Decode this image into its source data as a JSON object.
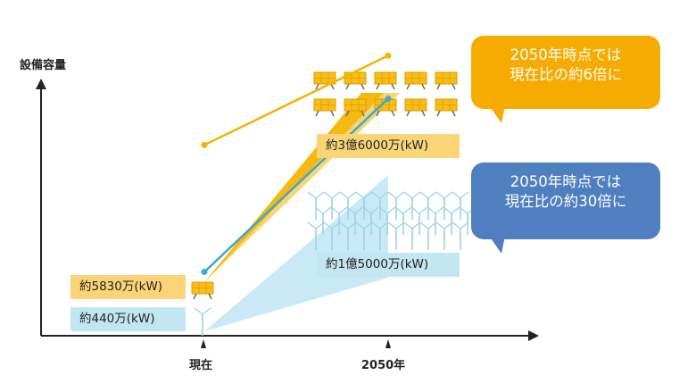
{
  "chart_data": {
    "type": "line",
    "title": "",
    "ylabel": "設備容量",
    "categories": [
      "現在",
      "2050年"
    ],
    "series": [
      {
        "name": "太陽光",
        "values": [
          5830,
          36000
        ],
        "unit": "万kW",
        "color": "#f5b400"
      },
      {
        "name": "風力",
        "values": [
          440,
          15000
        ],
        "unit": "万kW",
        "color": "#3aa8d8"
      }
    ],
    "data_labels": {
      "solar_now": "約5830万(kW)",
      "wind_now": "約440万(kW)",
      "solar_2050": "約3億6000万(kW)",
      "wind_2050": "約1億5000万(kW)"
    },
    "annotations": {
      "solar_callout": [
        "2050年時点では",
        "現在比の約6倍に"
      ],
      "wind_callout": [
        "2050年時点では",
        "現在比の約30倍に"
      ]
    },
    "grid": false,
    "icons": [
      "solar-panel-icon",
      "wind-turbine-icon"
    ]
  }
}
